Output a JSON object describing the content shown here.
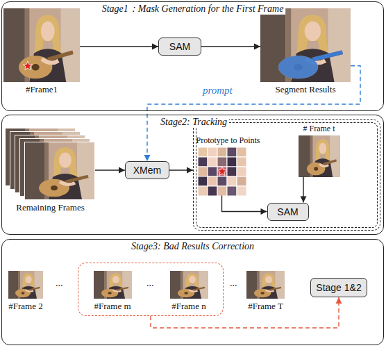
{
  "diagram": {
    "nodes": [
      {
        "text": [
          "Stage1：Mask Generation for the First Frame"
        ]
      },
      {
        "text": [
          "#Frame1"
        ],
        "in": 0
      },
      {
        "text": [
          "SAM"
        ],
        "in": 0
      },
      {
        "text": [
          "Segment Results"
        ],
        "in": 0
      },
      {
        "text": [
          "Stage2: Tracking"
        ]
      },
      {
        "text": [
          "Remaining Frames"
        ],
        "in": 4
      },
      {
        "text": [
          "XMem"
        ],
        "in": 4
      },
      {
        "text": [],
        "in": 4
      },
      {
        "text": [
          "Prototype to Points"
        ],
        "in": 7
      },
      {
        "text": [
          "# Frame t"
        ],
        "in": 7
      },
      {
        "text": [
          "SAM"
        ],
        "in": 7
      },
      {
        "text": [
          "Stage3: Bad Results Correction"
        ]
      },
      {
        "text": [
          "#Frame 2"
        ],
        "in": 11
      },
      {
        "text": [],
        "in": 11
      },
      {
        "text": [
          "#Frame m"
        ],
        "in": 13
      },
      {
        "text": [
          "#Frame n"
        ],
        "in": 13
      },
      {
        "text": [
          "#Frame T"
        ],
        "in": 11
      },
      {
        "text": [
          "Stage 1&2"
        ],
        "in": 11
      }
    ],
    "edges": [
      {
        "from": 1,
        "to": 2,
        "arrow": "to"
      },
      {
        "from": 2,
        "to": 3,
        "arrow": "to"
      },
      {
        "from": 3,
        "to": 6,
        "label": "prompt",
        "arrow": "to"
      },
      {
        "from": 5,
        "to": 6,
        "arrow": "to"
      },
      {
        "from": 6,
        "to": 7,
        "arrow": "to"
      },
      {
        "from": 8,
        "to": 10,
        "arrow": "to"
      },
      {
        "from": 9,
        "to": 10,
        "arrow": "to"
      },
      {
        "from": 13,
        "to": 17,
        "arrow": "to"
      }
    ],
    "labels": [
      "...",
      "...",
      "..."
    ]
  }
}
